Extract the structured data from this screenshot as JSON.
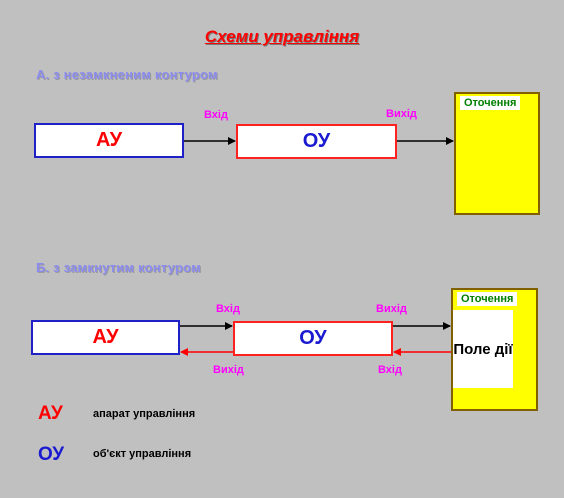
{
  "title": "Схеми управління",
  "section_a": {
    "label": "А. з незамкненим контуром",
    "au_label": "АУ",
    "ou_label": "ОУ",
    "input_label": "Вхід",
    "output_label": "Вихід",
    "environment_label": "Оточення"
  },
  "section_b": {
    "label": "Б. з замкнутим контуром",
    "au_label": "АУ",
    "ou_label": "ОУ",
    "input_top_label": "Вхід",
    "output_top_label": "Вихід",
    "output_bottom_label": "Вихід",
    "input_bottom_label": "Вхід",
    "environment_label": "Оточення",
    "field_label": "Поле дії"
  },
  "legend": {
    "items": [
      {
        "abbr": "АУ",
        "text": "апарат управління",
        "color": "#ff0000"
      },
      {
        "abbr": "ОУ",
        "text": "об'єкт управління",
        "color": "#1a1ad0"
      }
    ]
  },
  "colors": {
    "background": "#c0c0c0",
    "au_border": "#2020c8",
    "ou_border": "#ff2020",
    "feedback_arrow": "#ff0000",
    "forward_arrow": "#000000",
    "environment_fill": "#ffff00"
  }
}
